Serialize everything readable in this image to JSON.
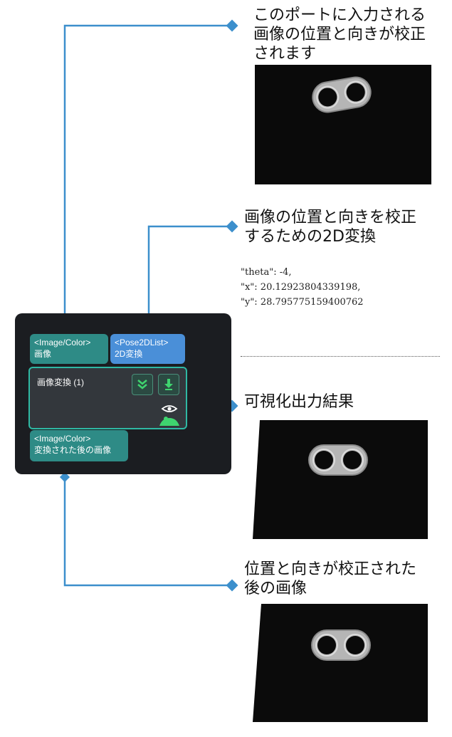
{
  "annotations": {
    "input_port": [
      "このポートに入力される",
      "画像の位置と向きが校正",
      "されます"
    ],
    "pose_port": [
      "画像の位置と向きを校正",
      "するための2D変換"
    ],
    "visual_output": [
      "可視化出力結果"
    ],
    "output_port": [
      "位置と向きが校正された",
      "後の画像"
    ]
  },
  "pose_values": [
    "\"theta\": -4,",
    "\"x\": 20.12923804339198,",
    "\"y\": 28.795775159400762"
  ],
  "node": {
    "input_ports": [
      {
        "type": "<Image/Color>",
        "label": "画像"
      },
      {
        "type": "<Pose2DList>",
        "label": "2D変換"
      }
    ],
    "title": "画像変換 (1)",
    "output_port": {
      "type": "<Image/Color>",
      "label": "変換された後の画像"
    }
  },
  "icons": [
    "chevron-down-icon",
    "download-icon",
    "eye-icon",
    "person-icon",
    "diamond-marker-icon"
  ],
  "colors": {
    "connector": "#3c8fcc",
    "panel": "#1b1d21",
    "port_teal": "#2e8b86",
    "port_blue": "#4a8fd8",
    "node_border": "#2fb8a3",
    "icon_green": "#3fd46f"
  }
}
